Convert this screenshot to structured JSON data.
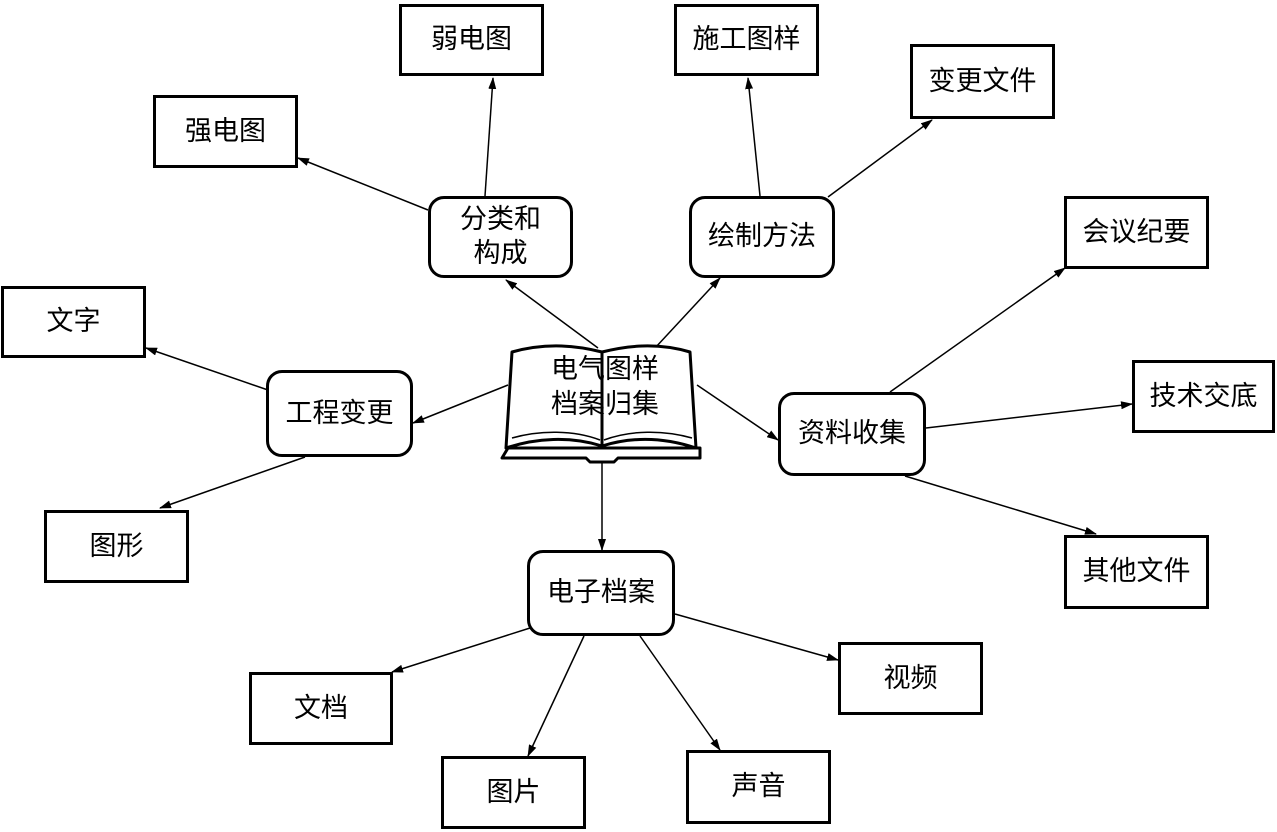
{
  "center": {
    "line1": "电气图样",
    "line2": "档案归集"
  },
  "hubs": {
    "classification": {
      "line1": "分类和",
      "line2": "构成"
    },
    "drawing_method": "绘制方法",
    "engineering_change": "工程变更",
    "data_collection": "资料收集",
    "electronic_archive": "电子档案"
  },
  "leaves": {
    "weak_current": "弱电图",
    "strong_current": "强电图",
    "construction_drawing": "施工图样",
    "change_document": "变更文件",
    "text": "文字",
    "graphic": "图形",
    "meeting_minutes": "会议纪要",
    "technical_briefing": "技术交底",
    "other_documents": "其他文件",
    "document": "文档",
    "picture": "图片",
    "sound": "声音",
    "video": "视频"
  }
}
